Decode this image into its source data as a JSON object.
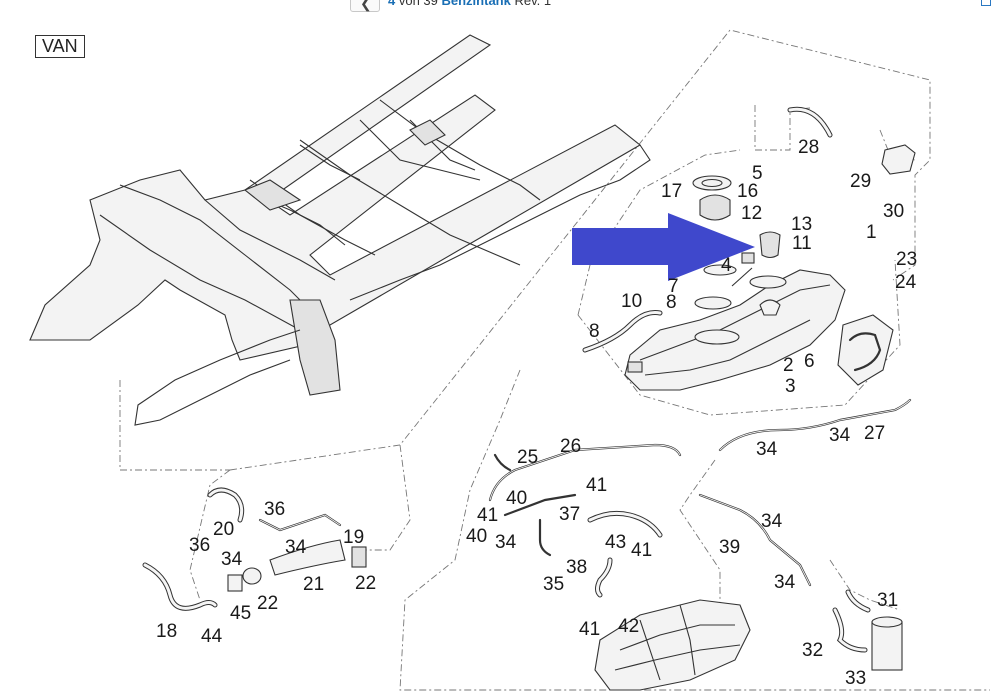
{
  "header": {
    "back_icon": "chevron-left-icon",
    "back_glyph": "❮",
    "page_current": "4",
    "page_of_text": " von 39 ",
    "section_link": "Benzintank",
    "revision": " Rev. 1",
    "corner_icon": "external-link-icon",
    "accent_color": "#1a6fb5"
  },
  "diagram": {
    "variant_label": "VAN",
    "highlight_arrow_color": "#3f48cc",
    "callouts": [
      "1",
      "2",
      "3",
      "4",
      "5",
      "6",
      "7",
      "8",
      "8",
      "10",
      "11",
      "12",
      "13",
      "16",
      "17",
      "18",
      "19",
      "20",
      "21",
      "22",
      "22",
      "23",
      "24",
      "25",
      "26",
      "27",
      "28",
      "29",
      "30",
      "31",
      "32",
      "33",
      "34",
      "34",
      "34",
      "34",
      "34",
      "34",
      "34",
      "35",
      "36",
      "36",
      "37",
      "38",
      "39",
      "40",
      "40",
      "41",
      "41",
      "41",
      "41",
      "42",
      "43",
      "44",
      "45"
    ]
  }
}
